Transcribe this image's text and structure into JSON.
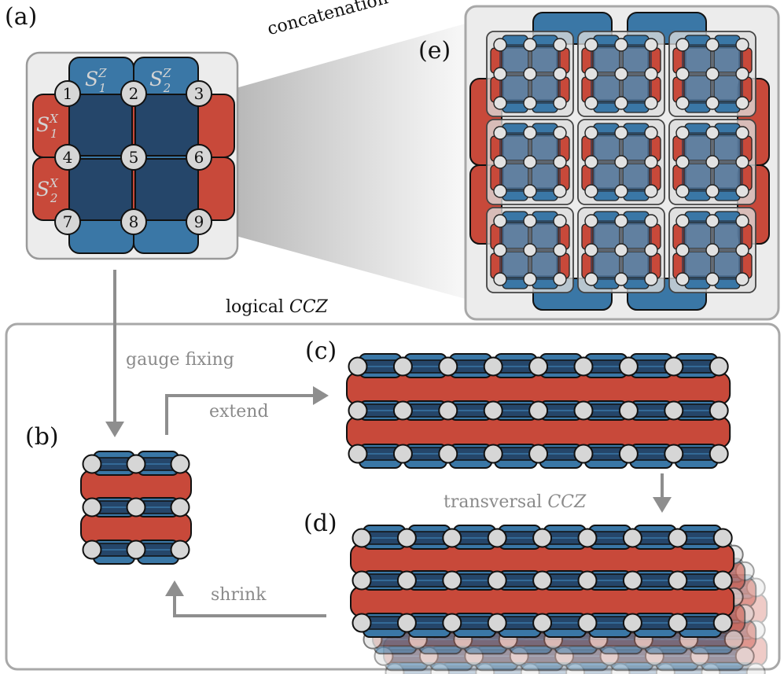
{
  "panels": {
    "a": "(a)",
    "b": "(b)",
    "c": "(c)",
    "d": "(d)",
    "e": "(e)"
  },
  "steps": {
    "concatenation": "concatenation",
    "logical_prefix": "logical ",
    "logical_gate": "CCZ",
    "gauge_fixing": "gauge fixing",
    "extend": "extend",
    "transversal_prefix": "transversal ",
    "transversal_gate": "CCZ",
    "shrink": "shrink"
  },
  "stabilizers": {
    "sz1": {
      "base": "S",
      "sup": "Z",
      "sub": "1"
    },
    "sz2": {
      "base": "S",
      "sup": "Z",
      "sub": "2"
    },
    "sx1": {
      "base": "S",
      "sup": "X",
      "sub": "1"
    },
    "sx2": {
      "base": "S",
      "sup": "X",
      "sub": "2"
    }
  },
  "qubits": [
    "1",
    "2",
    "3",
    "4",
    "5",
    "6",
    "7",
    "8",
    "9"
  ],
  "colors": {
    "x_stabilizer": "#c8493a",
    "z_stabilizer": "#3a77a6",
    "plaquette": "#25466a",
    "qubit_fill": "#d6d6d6",
    "frame": "#9a9a9a",
    "panel_bg": "#ececec",
    "arrow": "#8e8e8e"
  }
}
